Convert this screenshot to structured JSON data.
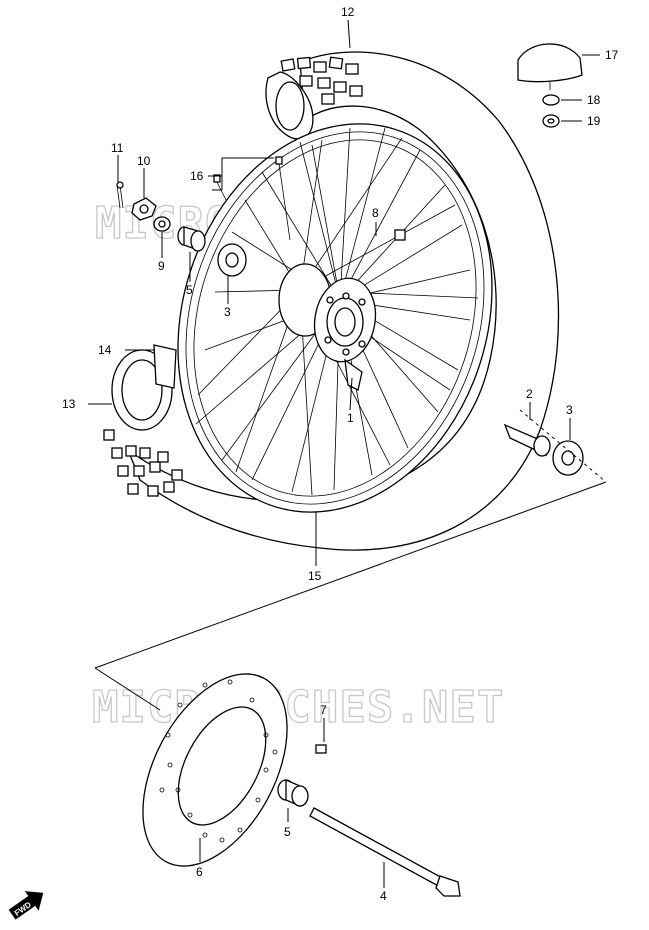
{
  "watermark_text": "MICROFICHES.NET",
  "fwd_badge": "FWD",
  "callouts": {
    "c1": "1",
    "c2": "2",
    "c3a": "3",
    "c3b": "3",
    "c4": "4",
    "c5a": "5",
    "c5b": "5",
    "c6": "6",
    "c7": "7",
    "c8": "8",
    "c9": "9",
    "c10": "10",
    "c11": "11",
    "c12": "12",
    "c13": "13",
    "c14": "14",
    "c15": "15",
    "c16": "16",
    "c17": "17",
    "c18": "18",
    "c19": "19"
  }
}
